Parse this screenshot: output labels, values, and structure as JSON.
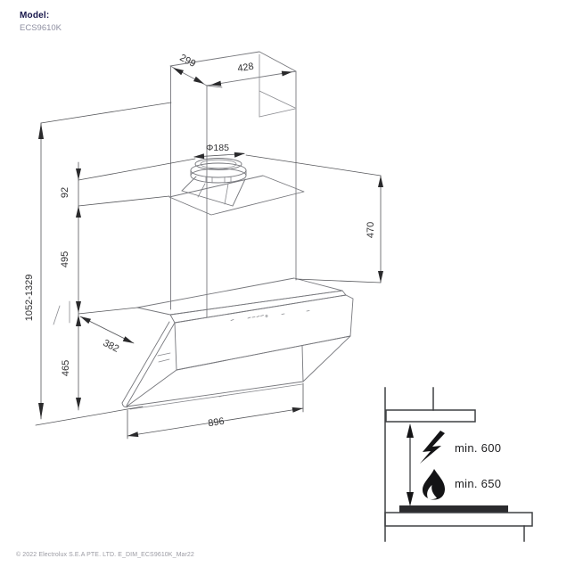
{
  "header": {
    "model_label": "Model:",
    "model_value": "ECS9610K"
  },
  "drawing": {
    "type": "product-dimension-diagram",
    "product": "chimney cooker hood",
    "dimensions": {
      "top_depth": "299",
      "top_width": "428",
      "duct_diameter": "Φ185",
      "collar_height": "92",
      "chimney_section": "495",
      "overall_height_range": "1052-1329",
      "duct_top_to_hood": "470",
      "hood_depth": "382",
      "hood_body_height": "465",
      "hood_width": "896"
    }
  },
  "clearance": {
    "electric_hob_min": "min. 600",
    "gas_hob_min": "min. 650",
    "electric_icon": "lightning-icon",
    "gas_icon": "flame-icon"
  },
  "footer": {
    "copyright": "© 2022 Electrolux S.E.A PTE. LTD. E_DIM_ECS9610K_Mar22"
  },
  "colors": {
    "brand_navy": "#16154a",
    "model_grey": "#8f90a2",
    "line_grey": "#77787d",
    "dimension_grey": "#55565a",
    "icon_black": "#141416",
    "background": "#ffffff"
  }
}
